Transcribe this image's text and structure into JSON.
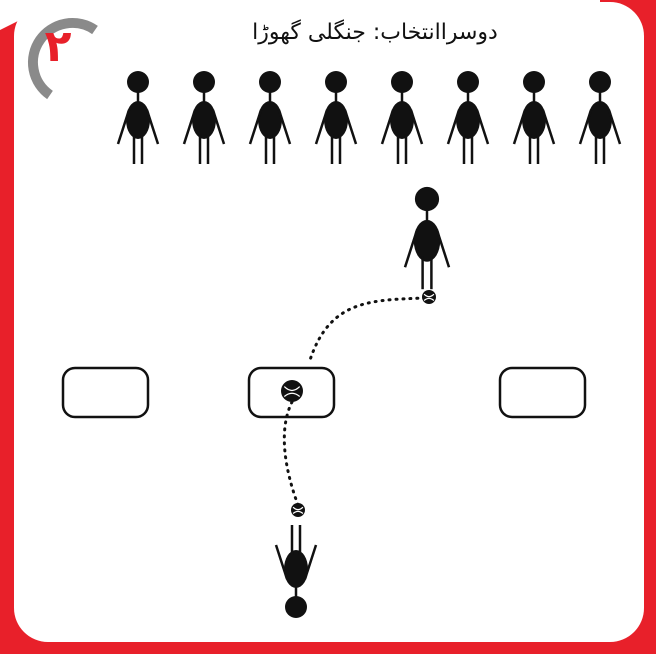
{
  "title": "دوسراانتخاب: جنگلی گھوڑا",
  "badge": {
    "number": "۲"
  },
  "colors": {
    "accent": "#e8202a",
    "ring": "#8a8a8a",
    "ink": "#111111",
    "card": "#ffffff",
    "background": "#ffffff"
  },
  "diagram": {
    "line_players": 8,
    "bases": 3,
    "ball_path": "dotted"
  }
}
